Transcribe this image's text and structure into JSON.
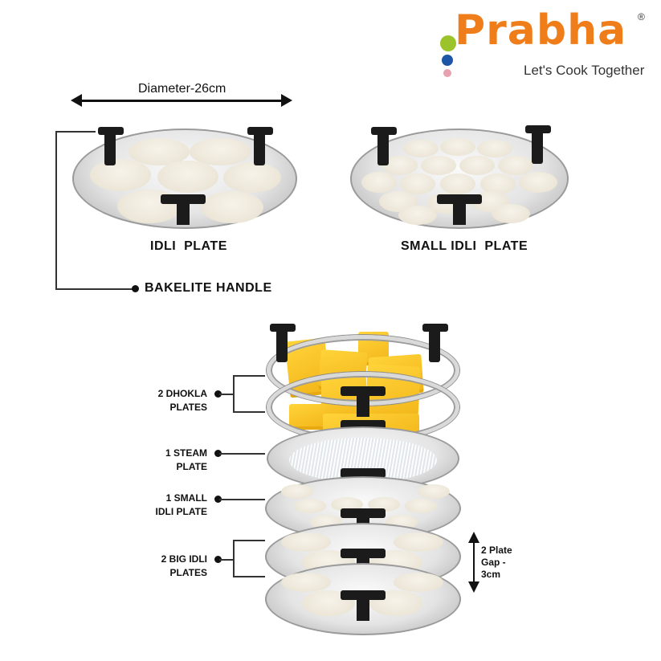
{
  "brand": {
    "name": "Prabha",
    "registered_mark": "®",
    "tagline": "Let's Cook Together",
    "colors": {
      "wordmark": "#ef7d1a",
      "dot_green": "#9bc42a",
      "dot_blue": "#1d56a6",
      "dot_pink": "#e8a1ae"
    }
  },
  "dimension": {
    "label": "Diameter-26cm"
  },
  "top_plates": [
    {
      "caption": "IDLI  PLATE",
      "cups": 7
    },
    {
      "caption": "SMALL IDLI  PLATE",
      "cups": 17
    }
  ],
  "handle_callout": {
    "label": "BAKELITE HANDLE"
  },
  "stack_callouts": [
    {
      "line1": "2 DHOKLA",
      "line2": "PLATES"
    },
    {
      "line1": "1 STEAM",
      "line2": "PLATE"
    },
    {
      "line1": "1 SMALL",
      "line2": "IDLI PLATE"
    },
    {
      "line1": "2 BIG IDLI",
      "line2": "PLATES"
    }
  ],
  "gap_note": {
    "line1": "2 Plate",
    "line2": "Gap -",
    "line3": "3cm"
  }
}
